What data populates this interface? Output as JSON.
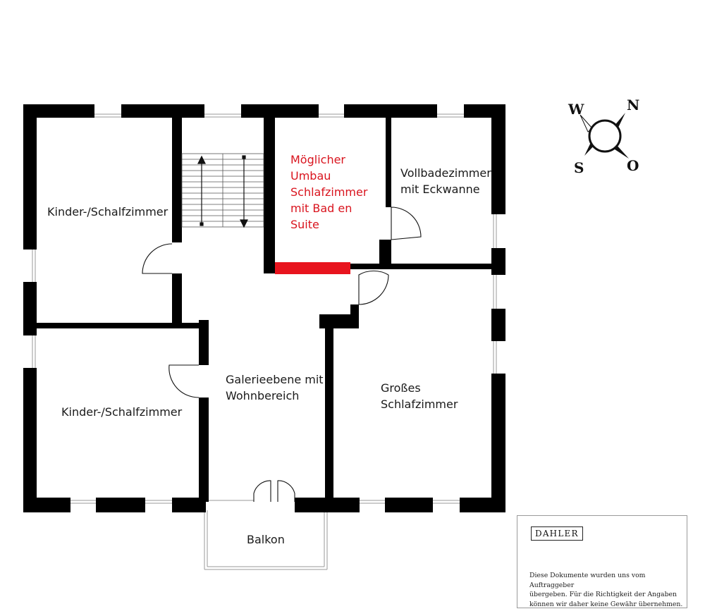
{
  "rooms": {
    "kinder_top": "Kinder-/Schalfzimmer",
    "kinder_bottom": "Kinder-/Schalfzimmer",
    "umbau": [
      "Möglicher",
      "Umbau",
      "Schlafzimmer",
      "mit Bad en",
      "Suite"
    ],
    "vollbad": [
      "Vollbadezimmer",
      "mit Eckwanne"
    ],
    "galerie": [
      "Galerieebene mit",
      "Wohnbereich"
    ],
    "schlaf": [
      "Großes",
      "Schlafzimmer"
    ],
    "balkon": "Balkon"
  },
  "compass": {
    "w": "W",
    "n": "N",
    "s": "S",
    "o": "O"
  },
  "info": {
    "logo": "DAHLER",
    "disclaimer": [
      "Diese Dokumente wurden uns vom Auftraggeber",
      "übergeben. Für die Richtigkeit der Angaben",
      "können wir daher keine Gewähr übernehmen."
    ]
  },
  "colors": {
    "wall": "#000000",
    "highlight": "#e8141e",
    "highlight_text": "#d9141e"
  }
}
